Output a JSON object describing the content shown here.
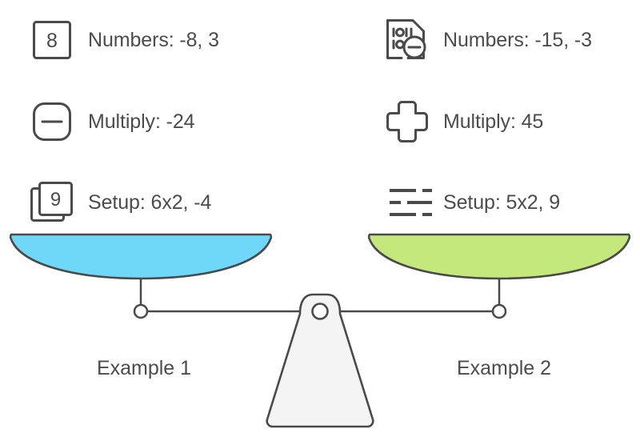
{
  "background": "#ffffff",
  "stroke_color": "#4a4a4a",
  "text_color": "#4c4c4c",
  "columns": [
    {
      "side": "left",
      "pan_color": "#6FD7F8",
      "caption": "Example 1",
      "rows": [
        {
          "icon": "square-number-8-icon",
          "icon_value": "8",
          "label": "Numbers: -8, 3"
        },
        {
          "icon": "rounded-square-minus-icon",
          "icon_value": "",
          "label": "Multiply: -24"
        },
        {
          "icon": "stacked-squares-number-9-icon",
          "icon_value": "9",
          "label": "Setup: 6x2, -4"
        }
      ]
    },
    {
      "side": "right",
      "pan_color": "#C5E87C",
      "caption": "Example 2",
      "rows": [
        {
          "icon": "binary-file-minus-icon",
          "icon_value": "",
          "label": "Numbers: -15, -3"
        },
        {
          "icon": "rounded-plus-icon",
          "icon_value": "",
          "label": "Multiply: 45"
        },
        {
          "icon": "dashed-lines-icon",
          "icon_value": "",
          "label": "Setup: 5x2, 9"
        }
      ]
    }
  ],
  "balance": {
    "name": "balance-scale",
    "state": "level",
    "left_pan_color": "#6FD7F8",
    "right_pan_color": "#C5E87C",
    "fulcrum_fill": "#f4f4f4",
    "fulcrum_stroke": "#4a4a4a"
  }
}
